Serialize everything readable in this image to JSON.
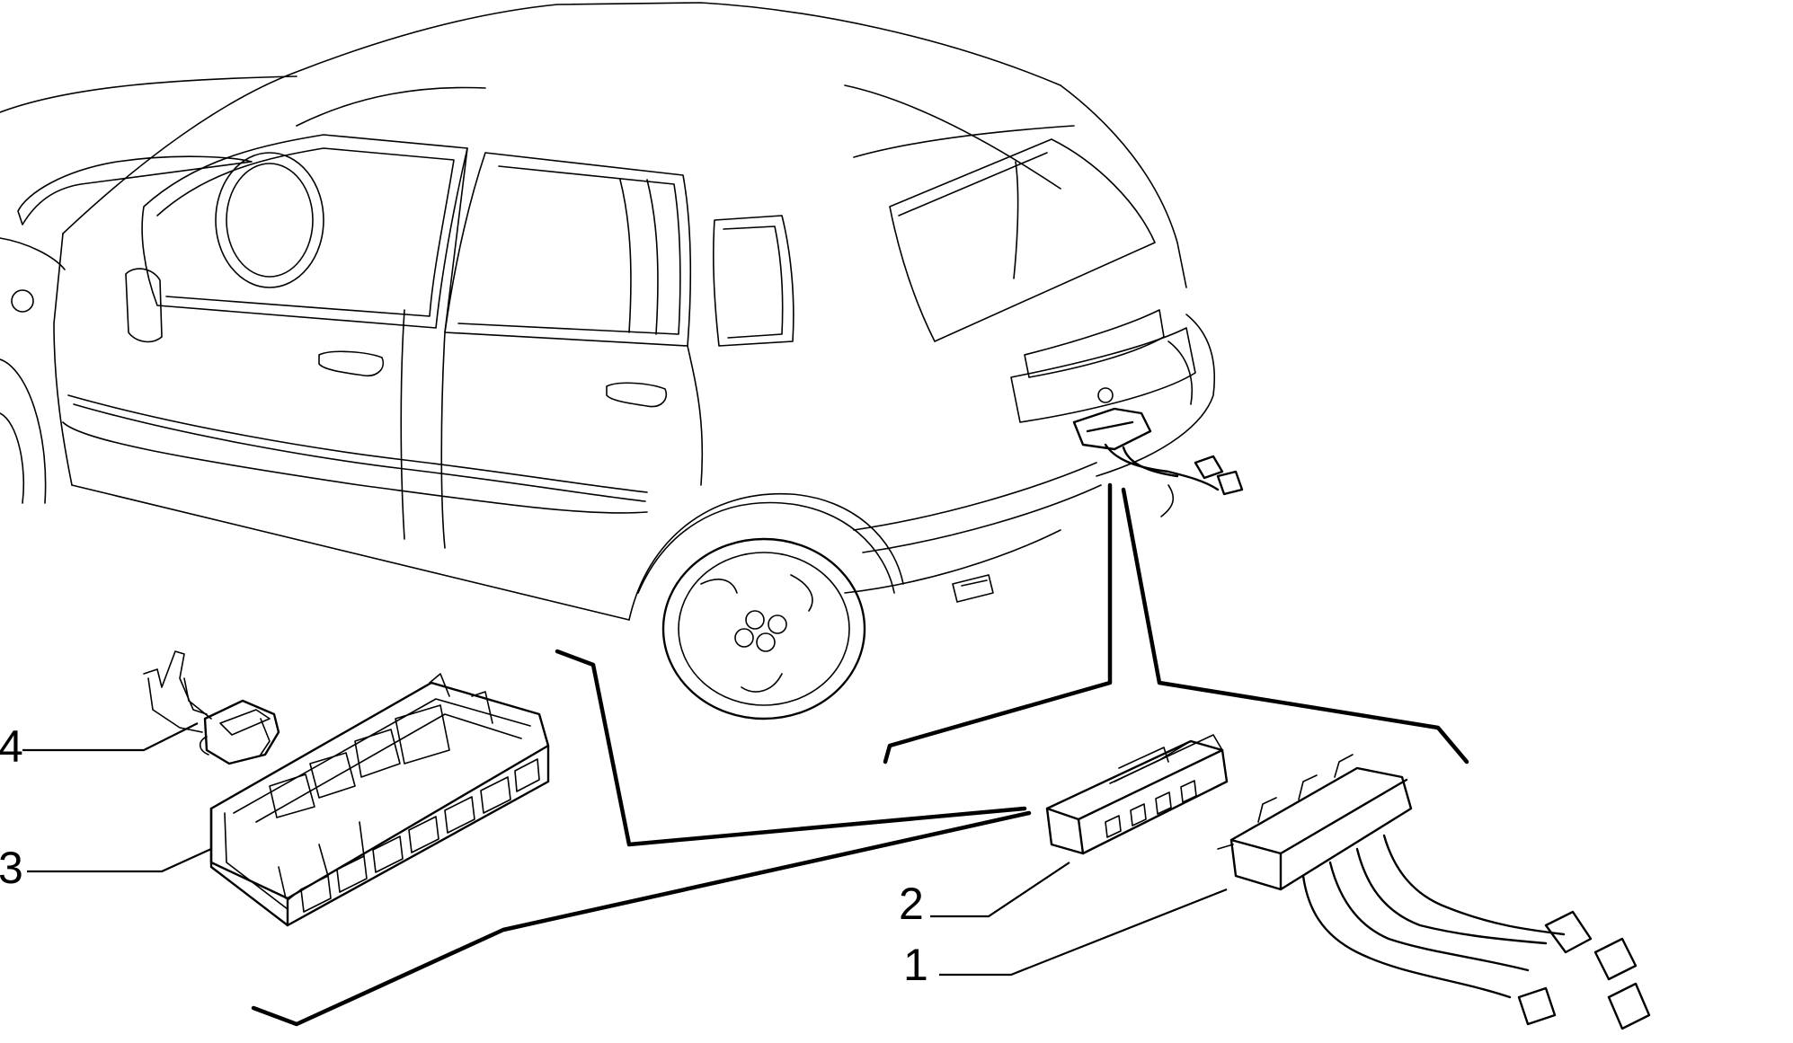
{
  "callouts": {
    "item1": "1",
    "item2": "2",
    "item3": "3",
    "item4": "4"
  },
  "colors": {
    "line": "#000000",
    "background": "#ffffff"
  }
}
